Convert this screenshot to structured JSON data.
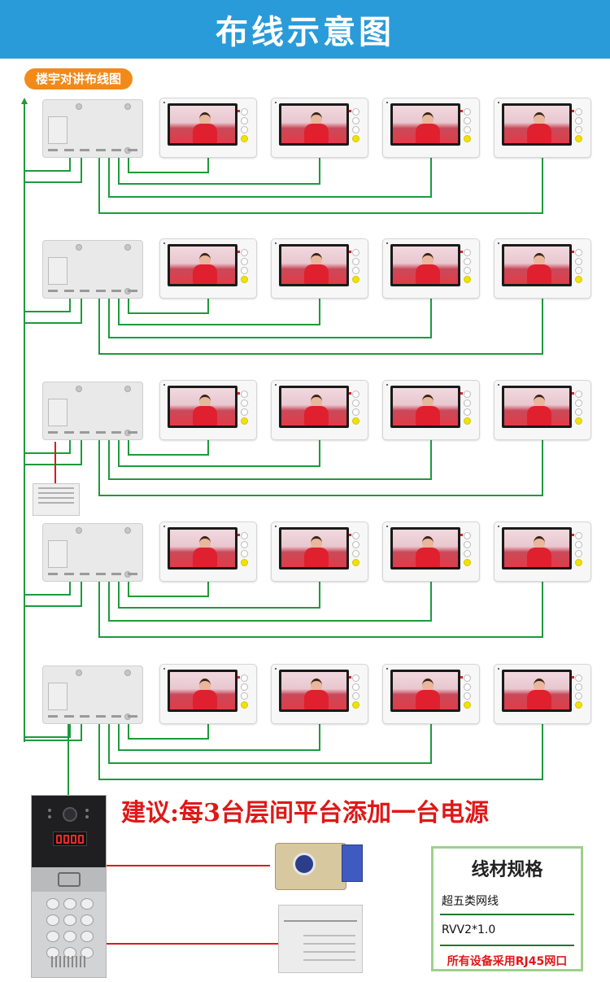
{
  "header": {
    "title": "布线示意图"
  },
  "tag": {
    "label": "楼宇对讲布线图"
  },
  "advice": {
    "text": "建议:每3台层间平台添加一台电源"
  },
  "spec": {
    "title": "线材规格",
    "item1": "超五类网线",
    "item2": "RVV2*1.0",
    "note": "所有设备采用RJ45网口"
  },
  "colors": {
    "banner": "#2a9bd9",
    "tag": "#f28a19",
    "wire_green": "#1e9a3c",
    "wire_red": "#e01818",
    "advice": "#e01818"
  },
  "floors": 5,
  "monitors_per_floor": 4
}
